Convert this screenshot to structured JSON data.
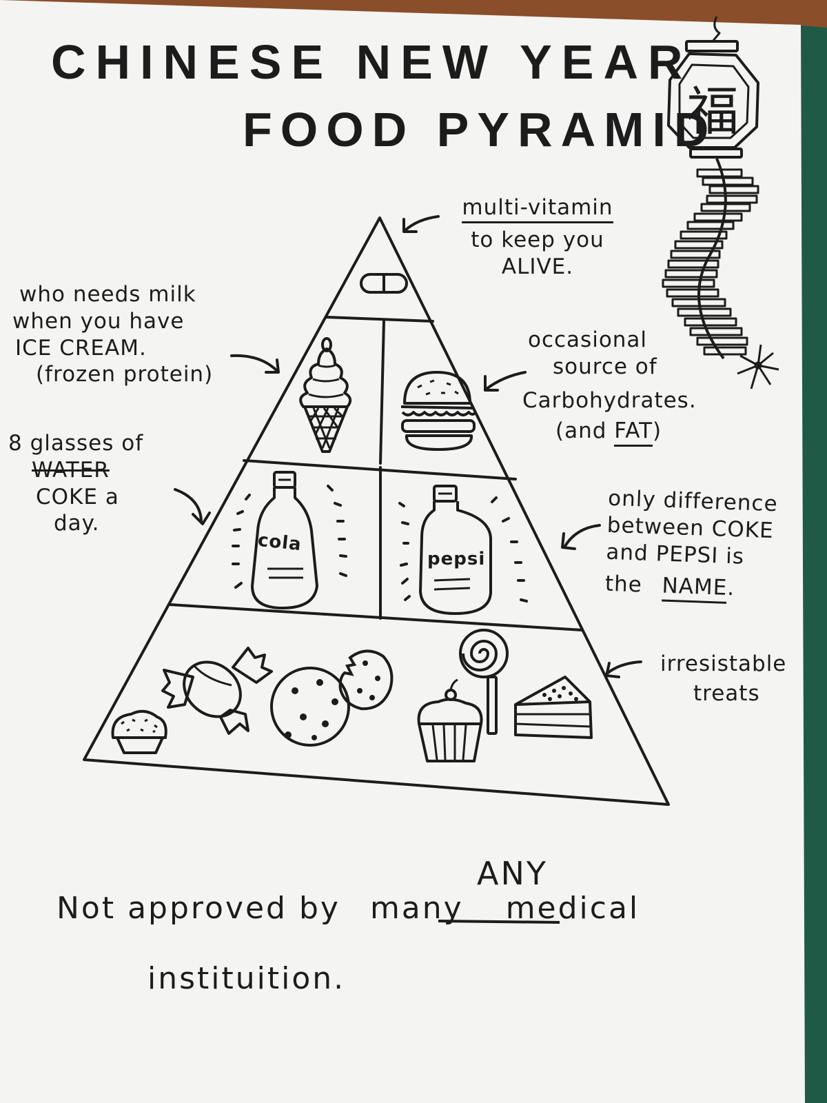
{
  "title": {
    "line1": "CHINESE NEW YEAR",
    "line2": "FOOD PYRAMID"
  },
  "lantern": {
    "character": "福"
  },
  "annotations": {
    "multivitamin": {
      "head": "multi-vitamin",
      "line2": "to keep you",
      "line3": "ALIVE."
    },
    "ice_cream": {
      "line1": "who needs milk",
      "line2": "when you have",
      "line3": "ICE CREAM.",
      "line4": "(frozen protein)"
    },
    "burger": {
      "line1": "occasional",
      "line2": "source of",
      "line3": "Carbohydrates.",
      "line4_pre": "(and ",
      "line4_fat": "FAT",
      "line4_post": ")"
    },
    "coke": {
      "line1": "8 glasses of",
      "strike": "WATER",
      "line3": "COKE a",
      "line4": "day."
    },
    "pepsi": {
      "line1": "only difference",
      "line2": "between COKE",
      "line3": "and PEPSI is",
      "line4_pre": "the ",
      "line4_name": "NAME",
      "line4_post": "."
    },
    "treats": {
      "line1": "irresistable",
      "line2": "treats"
    }
  },
  "bottles": {
    "cola_label": "cola",
    "pepsi_label": "pepsi"
  },
  "footer": {
    "insert": "ANY",
    "pre": "Not approved by",
    "strike": "many",
    "post": "medical",
    "line2": "instituition."
  },
  "colors": {
    "paper": "#f4f4f2",
    "ink": "#1c1c1c",
    "table": "#8a4e2a",
    "green_edge": "#1f5a46"
  }
}
